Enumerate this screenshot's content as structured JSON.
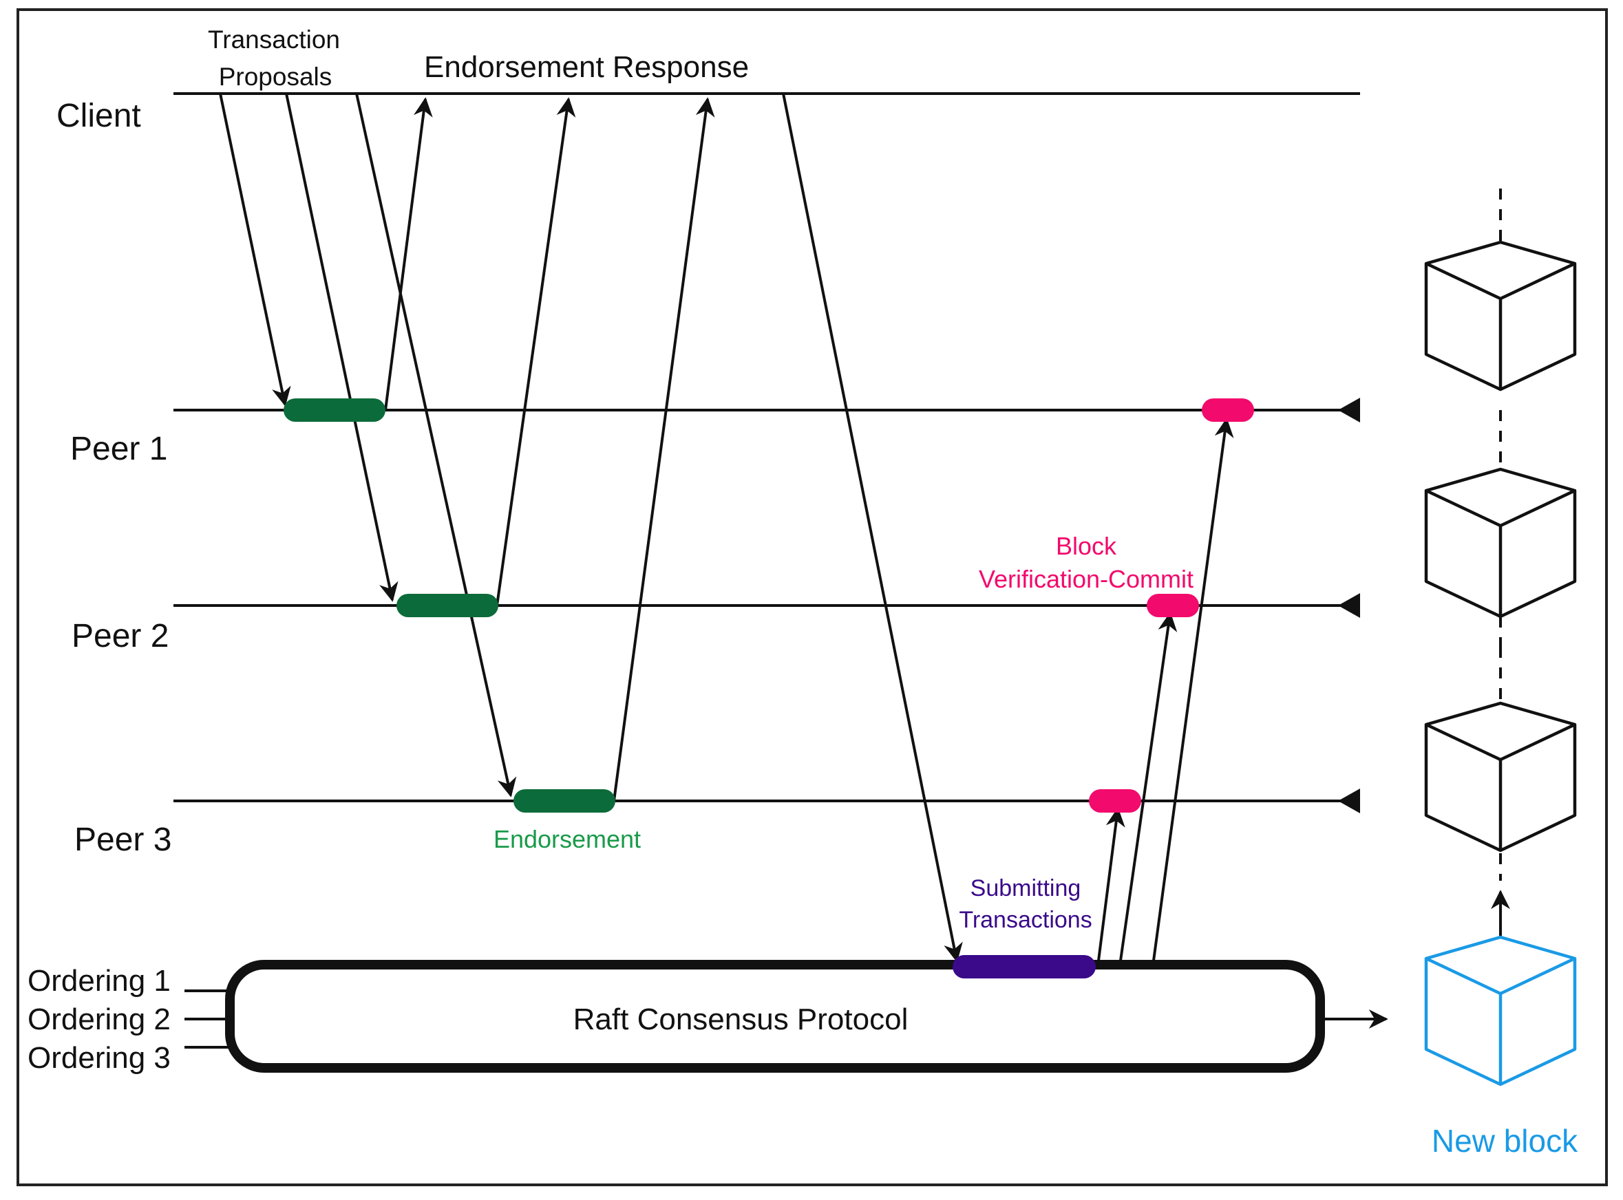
{
  "labels": {
    "client": "Client",
    "peer1": "Peer 1",
    "peer2": "Peer 2",
    "peer3": "Peer 3",
    "ordering1": "Ordering 1",
    "ordering2": "Ordering 2",
    "ordering3": "Ordering 3",
    "transaction_proposals_line1": "Transaction",
    "transaction_proposals_line2": "Proposals",
    "endorsement_response": "Endorsement Response",
    "endorsement": "Endorsement",
    "block_commit_line1": "Block",
    "block_commit_line2": "Verification-Commit",
    "submitting_line1": "Submitting",
    "submitting_line2": "Transactions",
    "raft": "Raft Consensus Protocol",
    "new_block": "New block"
  },
  "colors": {
    "line": "#111111",
    "endorsement": "#0c6b3a",
    "endorsement_text": "#1a9a4a",
    "commit": "#f20a6c",
    "submit": "#3a0a8a",
    "new_block": "#1a9ae6",
    "border": "#222222"
  },
  "icons": {
    "block": "cube-icon",
    "new_block": "cube-icon"
  }
}
